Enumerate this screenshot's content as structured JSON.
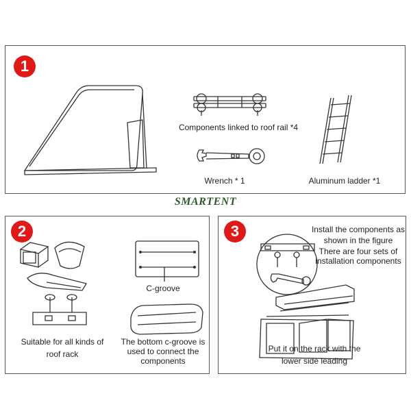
{
  "brand": "SMARTENT",
  "panels": [
    {
      "number": "1",
      "labels": {
        "rail": "Components linked to roof rail *4",
        "wrench": "Wrench * 1",
        "ladder": "Aluminum ladder *1"
      }
    },
    {
      "number": "2",
      "labels": {
        "c_groove": "C-groove",
        "rack_line1": "Suitable for all kinds of",
        "rack_line2": "roof rack",
        "bottom_line1": "The bottom c-groove is",
        "bottom_line2": "used to connect the",
        "bottom_line3": "components"
      }
    },
    {
      "number": "3",
      "labels": {
        "install_line1": "Install the components as",
        "install_line2": "shown in the figure",
        "install_line3": "There are four sets of",
        "install_line4": "installation components",
        "put_line1": "Put it on the rack with the",
        "put_line2": "lower side leading"
      }
    }
  ],
  "colors": {
    "badge": "#e01818",
    "brand": "#2e5a2a",
    "outline": "#333333"
  }
}
